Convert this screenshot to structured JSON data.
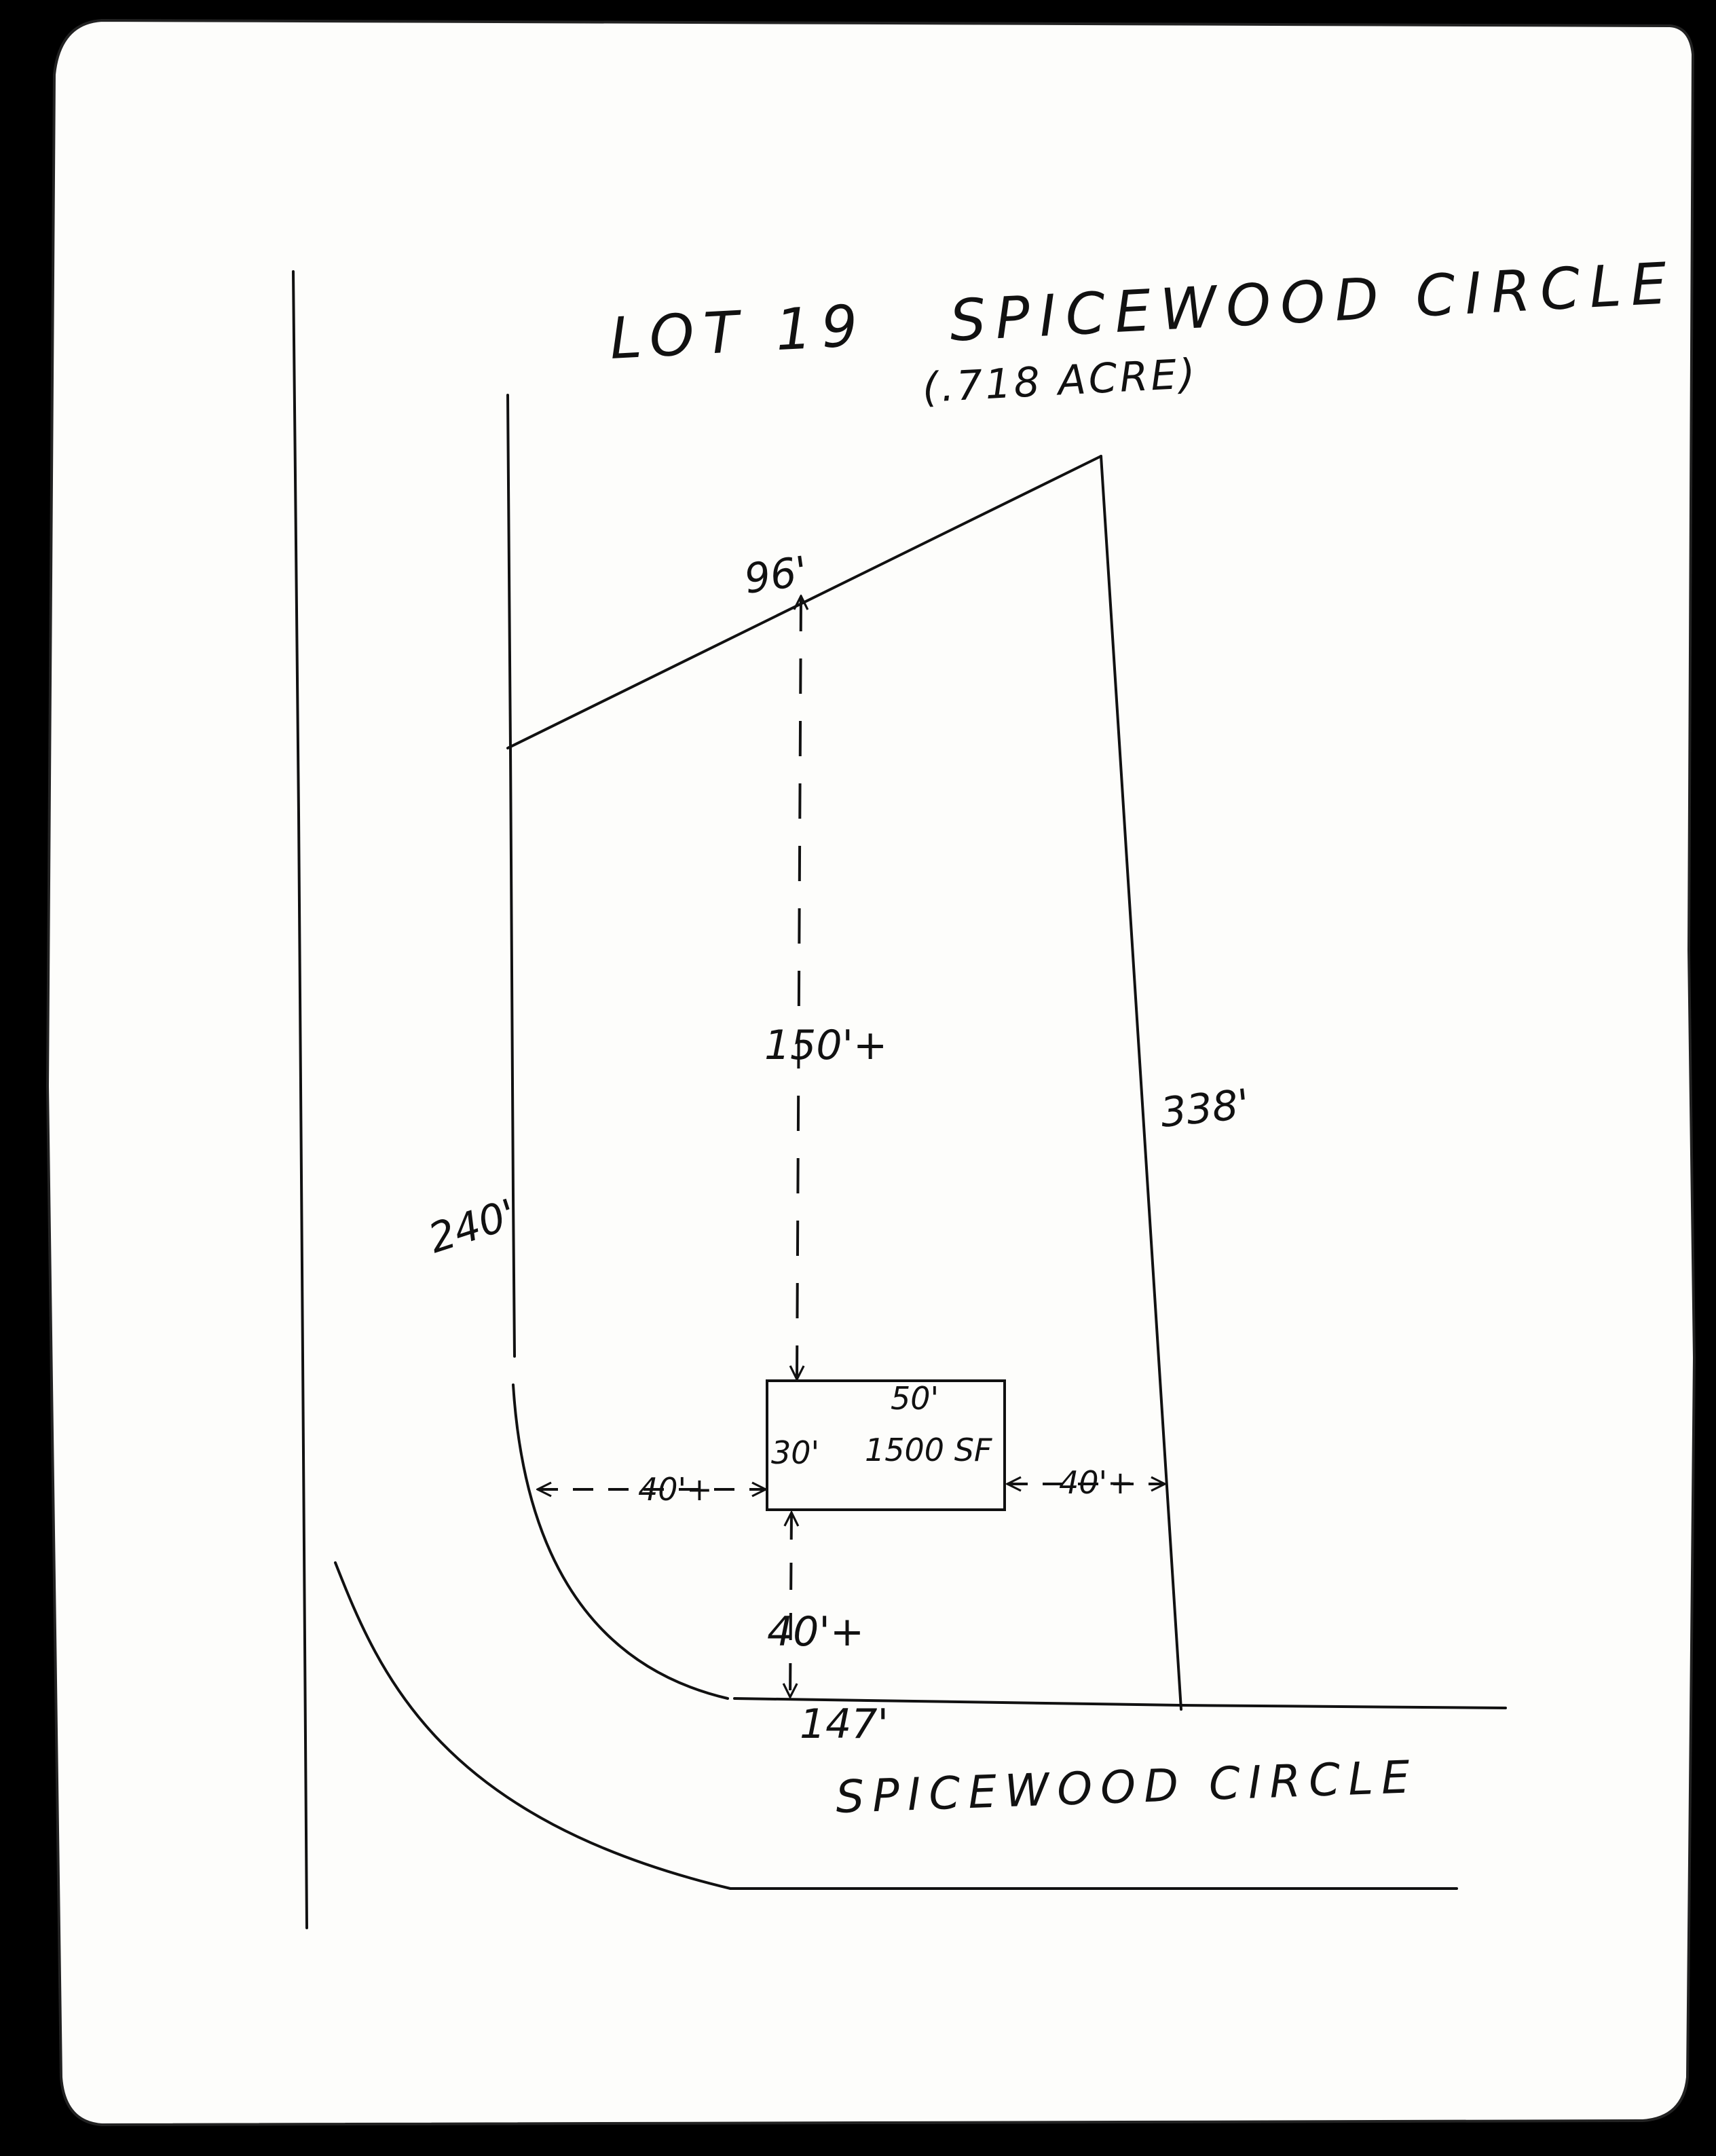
{
  "title": "LOT 19   SPICEWOOD CIRCLE",
  "acreage": "(.718 ACRE)",
  "lot": {
    "rear_width": "96'",
    "left_side": "240'",
    "right_side": "338'",
    "frontage": "147'"
  },
  "building": {
    "width": "50'",
    "depth": "30'",
    "area": "1500 SF"
  },
  "setbacks": {
    "rear": "150'+",
    "left": "40'+",
    "right": "40'+",
    "front": "40'+"
  },
  "street_name": "SPICEWOOD CIRCLE"
}
